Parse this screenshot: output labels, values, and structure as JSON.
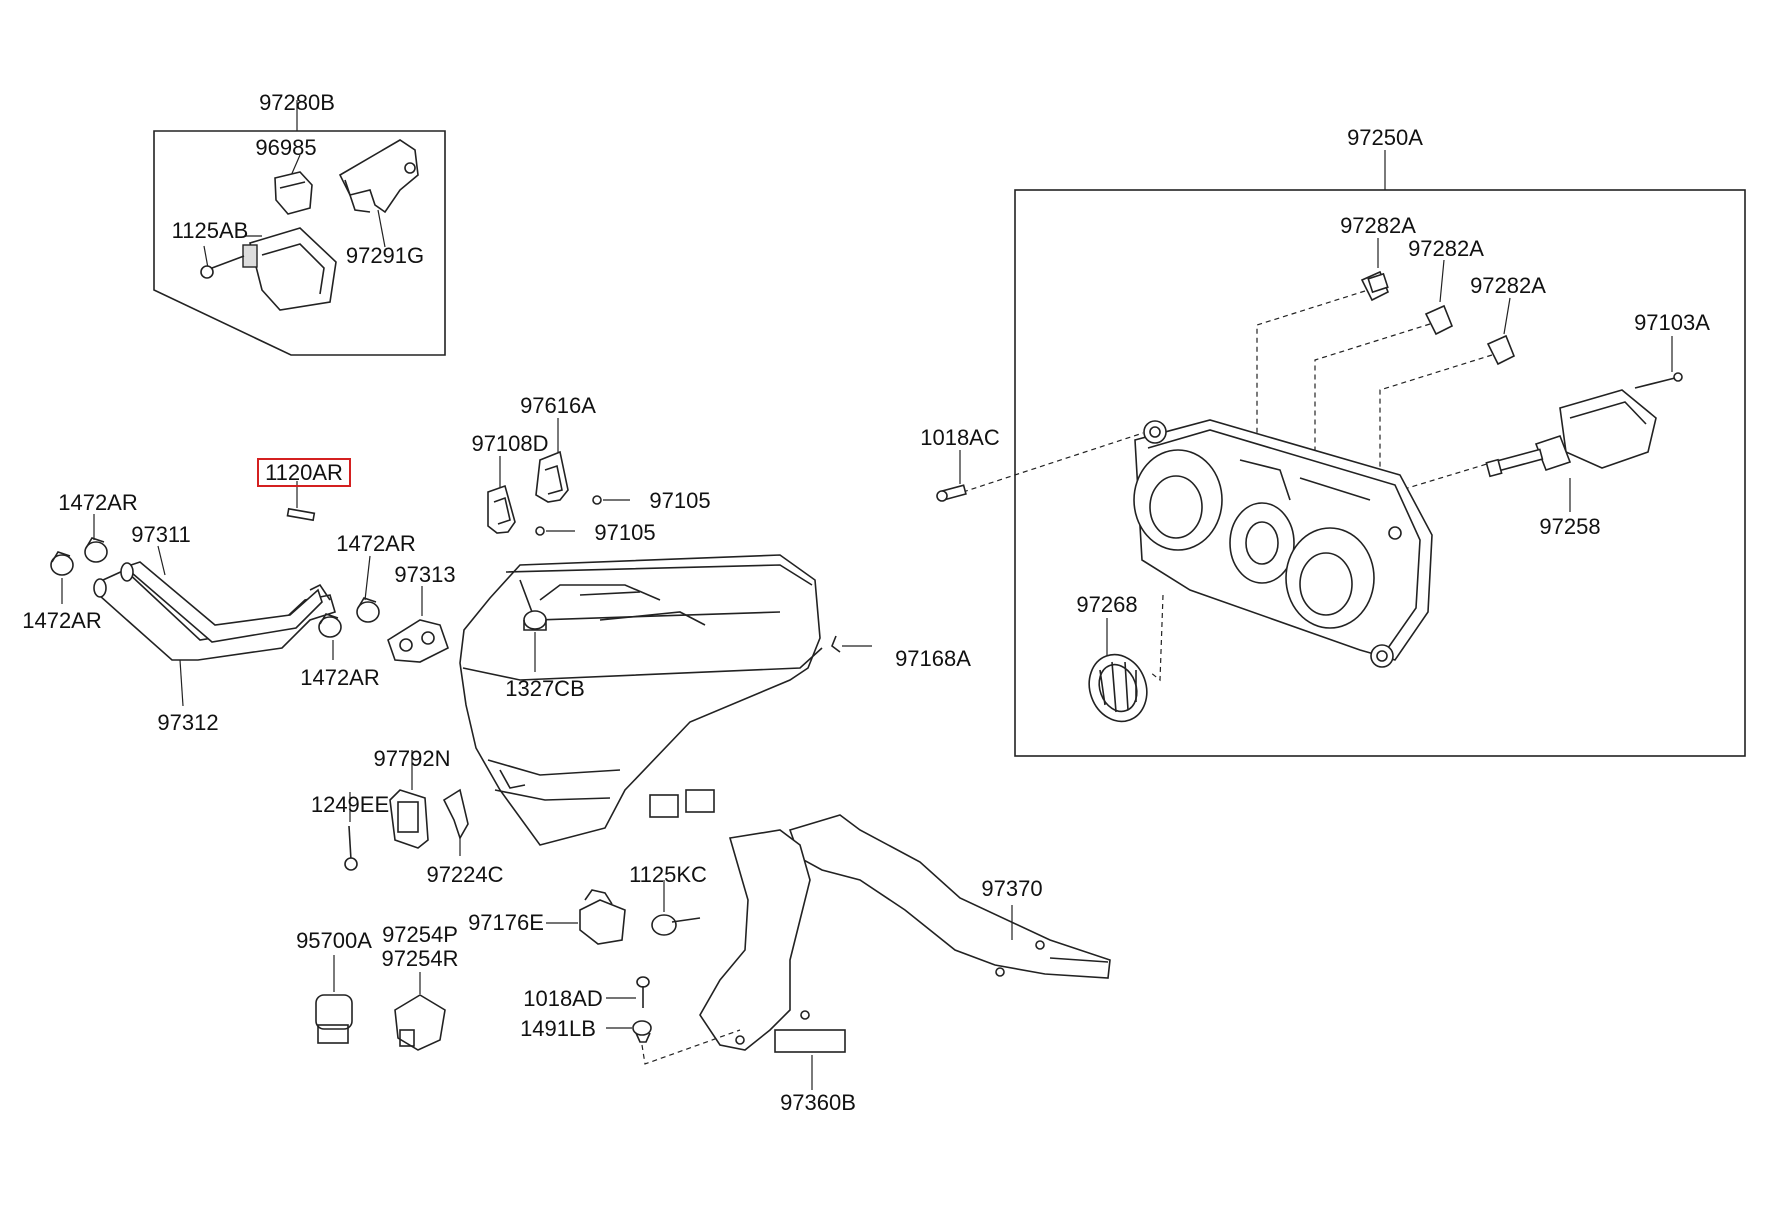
{
  "labels": {
    "p97280B": "97280B",
    "p96985": "96985",
    "p1125AB": "1125AB",
    "p97291G": "97291G",
    "p97250A": "97250A",
    "p97282A_1": "97282A",
    "p97282A_2": "97282A",
    "p97282A_3": "97282A",
    "p97103A": "97103A",
    "p1018AC": "1018AC",
    "p97258": "97258",
    "p97268": "97268",
    "p97616A": "97616A",
    "p97108D": "97108D",
    "p97105_1": "97105",
    "p97105_2": "97105",
    "p1120AR": "1120AR",
    "p1472AR_1": "1472AR",
    "p1472AR_2": "1472AR",
    "p1472AR_3": "1472AR",
    "p1472AR_4": "1472AR",
    "p97311": "97311",
    "p97312": "97312",
    "p97313": "97313",
    "p1327CB": "1327CB",
    "p97168A": "97168A",
    "p97792N": "97792N",
    "p1249EE": "1249EE",
    "p97224C": "97224C",
    "p1125KC": "1125KC",
    "p97370": "97370",
    "p97176E": "97176E",
    "p95700A": "95700A",
    "p97254P": "97254P",
    "p97254R": "97254R",
    "p1018AD": "1018AD",
    "p1491LB": "1491LB",
    "p97360B": "97360B"
  },
  "highlight_color": "#d42020"
}
